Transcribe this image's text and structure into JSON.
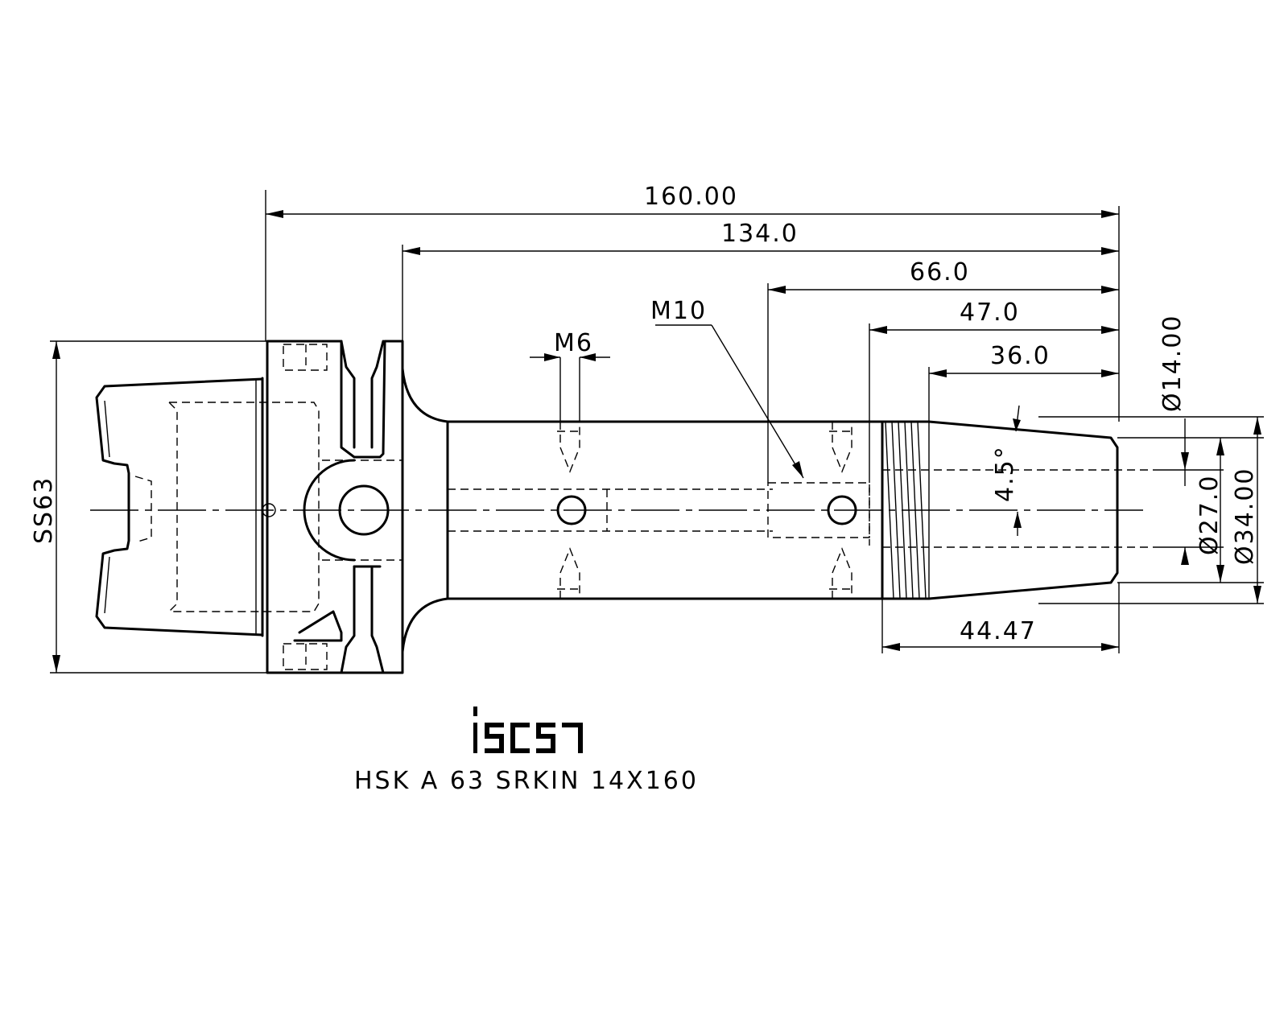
{
  "drawing": {
    "title": "HSK A 63 SRKIN 14X160",
    "brand": "iscar",
    "line_color": "#000000",
    "background": "#ffffff"
  },
  "dimensions": {
    "overall_length": "160.00",
    "shank_length": "134.0",
    "thread_bore_length": "66.0",
    "collet_length": "47.0",
    "cone_length": "36.0",
    "cone_projection": "44.47",
    "set_screw": "M6",
    "bore_thread": "M10",
    "taper_angle": "4.5°",
    "clamp_diameter": "Ø14.00",
    "inner_diameter": "Ø27.0",
    "outer_diameter": "Ø34.00",
    "flange": "SS63"
  }
}
